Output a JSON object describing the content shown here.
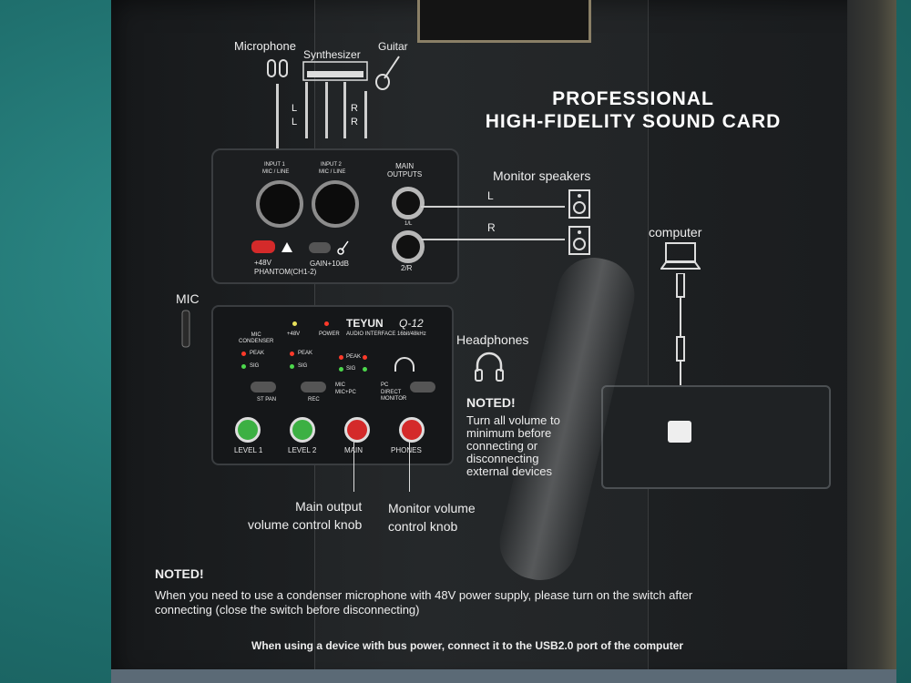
{
  "heading": {
    "line1": "PROFESSIONAL",
    "line2": "HIGH-FIDELITY SOUND CARD"
  },
  "inputs": {
    "microphone": "Microphone",
    "synthesizer": "Synthesizer",
    "guitar": "Guitar",
    "lr_left": "L",
    "lr_left2": "L",
    "lr_right": "R",
    "lr_right2": "R"
  },
  "device_top": {
    "input1": "INPUT 1",
    "input1_sub": "MIC / LINE",
    "input2": "INPUT 2",
    "input2_sub": "MIC / LINE",
    "main_outputs": "MAIN\nOUTPUTS",
    "plus48v": "+48V",
    "phantom": "PHANTOM(CH1-2)",
    "gain": "GAIN+10dB",
    "out_1l": "1/L",
    "out_2r": "2/R"
  },
  "device_main": {
    "brand": "TEYUN",
    "model": "Q-12",
    "subtitle": "AUDIO INTERFACE 16bit/48kHz",
    "mic_condenser": "MIC\nCONDENSER",
    "plus48v": "+48V",
    "power": "POWER",
    "peak": "PEAK",
    "sig": "SIG",
    "st_pan": "ST PAN",
    "rec": "REC",
    "mic": "MIC",
    "mic_pc": "MIC+PC",
    "pc": "PC",
    "direct_monitor": "DIRECT\nMONITOR",
    "level1": "LEVEL 1",
    "level2": "LEVEL 2",
    "main": "MAIN",
    "phones": "PHONES"
  },
  "labels": {
    "monitor_speakers": "Monitor speakers",
    "spk_l": "L",
    "spk_r": "R",
    "computer": "computer",
    "mic_side": "MIC",
    "headphones": "Headphones",
    "noted_title": "NOTED!",
    "noted_body": "Turn all volume to\nminimum before\nconnecting or\ndisconnecting\nexternal devices",
    "main_output_knob": "Main output\nvolume control knob",
    "monitor_volume_knob": "Monitor volume\ncontrol knob"
  },
  "footer": {
    "noted_title": "NOTED!",
    "noted_line1": "When you need to use a condenser microphone with 48V power supply, please turn on the switch after",
    "noted_line2": "connecting (close the switch before disconnecting)",
    "bus_power": "When using a device with bus power, connect it to the USB2.0 port of the computer"
  },
  "colors": {
    "teal_background": "#1f6f6d",
    "box_black": "#1c1e20",
    "knob_green": "#3cb043",
    "knob_red": "#d42a2a",
    "led_red": "#ff3a2a",
    "led_green": "#4cd84c",
    "led_yellow": "#e8e05a"
  },
  "icons": [
    "microphone-icon",
    "synthesizer-icon",
    "guitar-icon",
    "speaker-icon",
    "laptop-icon",
    "headphones-icon",
    "usb-cable-icon"
  ]
}
